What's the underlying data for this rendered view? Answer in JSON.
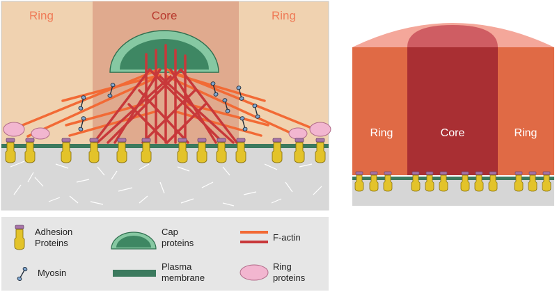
{
  "left_panel": {
    "label_ring_left": "Ring",
    "label_core": "Core",
    "label_ring_right": "Ring"
  },
  "right_panel": {
    "label_ring_left": "Ring",
    "label_core": "Core",
    "label_ring_right": "Ring"
  },
  "legend": {
    "adhesion_line1": "Adhesion",
    "adhesion_line2": "Proteins",
    "myosin": "Myosin",
    "cap_line1": "Cap",
    "cap_line2": "proteins",
    "membrane_line1": "Plasma",
    "membrane_line2": "membrane",
    "factin": "F-actin",
    "ring_line1": "Ring",
    "ring_line2": "proteins"
  },
  "colors": {
    "ring_bg": "#f0d2b0",
    "core_bg": "#e0aa8e",
    "factin_ring": "#f26a35",
    "factin_core": "#c8383a",
    "cap_fill": "#86c8a2",
    "cap_inner": "#3e8763",
    "membrane": "#3c7a5e",
    "adhesion_body": "#e3c32a",
    "adhesion_head": "#a774a8",
    "ring_protein": "#f2b6d0",
    "substrate": "#d6d6d6",
    "right_ring": "#e06a45",
    "right_core": "#a92f33",
    "right_top": "#f4a79a",
    "right_core_top": "#cf5d63",
    "legend_bg": "#e6e6e6"
  }
}
